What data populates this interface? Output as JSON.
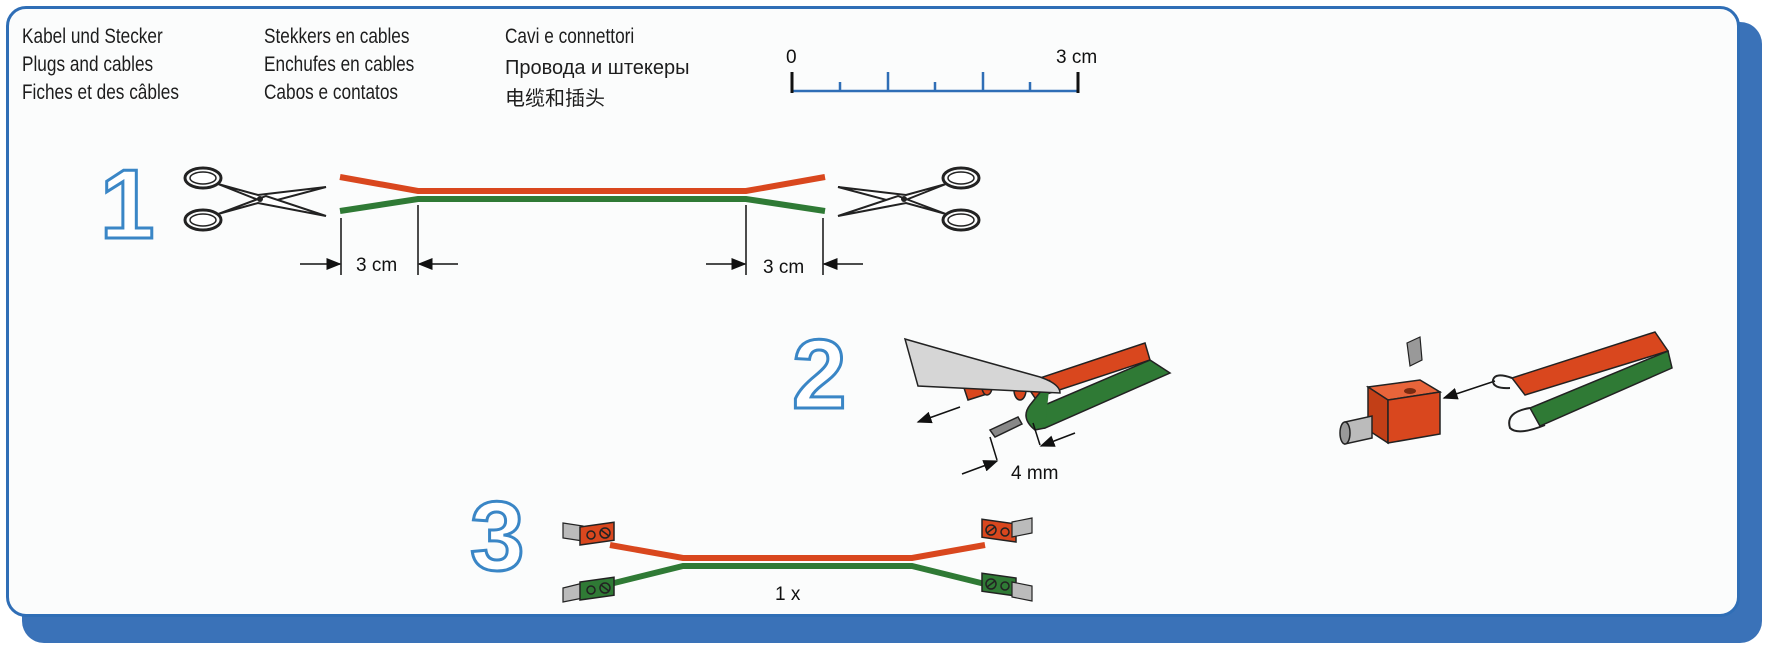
{
  "titles": {
    "col1": [
      "Kabel und Stecker",
      "Plugs and cables",
      "Fiches et des câbles"
    ],
    "col2": [
      "Stekkers en cables",
      "Enchufes en cables",
      "Cabos e contatos"
    ],
    "col3": [
      "Cavi e connettori",
      "Провода и штекеры",
      "电缆和插头"
    ]
  },
  "scale": {
    "start": "0",
    "end": "3 cm"
  },
  "steps": {
    "step1": {
      "number": "1",
      "dim_left": "3 cm",
      "dim_right": "3 cm"
    },
    "step2": {
      "number": "2",
      "dim": "4 mm"
    },
    "step3": {
      "number": "3",
      "quantity": "1 x"
    }
  },
  "colors": {
    "frame": "#2f6eb6",
    "red_wire": "#d9471e",
    "green_wire": "#2f7a35",
    "step_number": "#3a86c6"
  },
  "icons": [
    "scissors-icon",
    "knife-icon",
    "plug-icon",
    "screw-icon"
  ]
}
